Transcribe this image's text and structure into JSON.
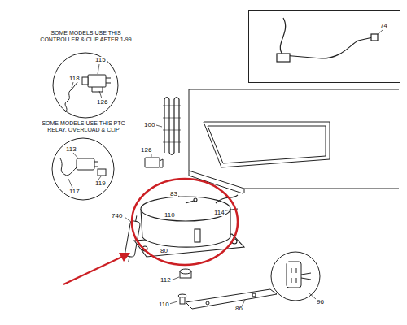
{
  "diagram": {
    "nodes": [
      {
        "text": [
          "SOME MODELS USE THIS CONTROLLER & CLIP AFTER 1-99",
          "115",
          "118",
          "126"
        ]
      },
      {
        "text": [
          "74"
        ]
      },
      {
        "text": [
          "SOME MODELS USE THIS PTC RELAY, OVERLOAD & CLIP",
          "113",
          "117",
          "119"
        ]
      },
      {
        "text": [
          "83",
          "110",
          "114",
          "80"
        ]
      },
      {
        "text": [
          "96"
        ]
      }
    ],
    "labels": [
      "100",
      "126",
      "740",
      "112",
      "110",
      "86"
    ]
  }
}
